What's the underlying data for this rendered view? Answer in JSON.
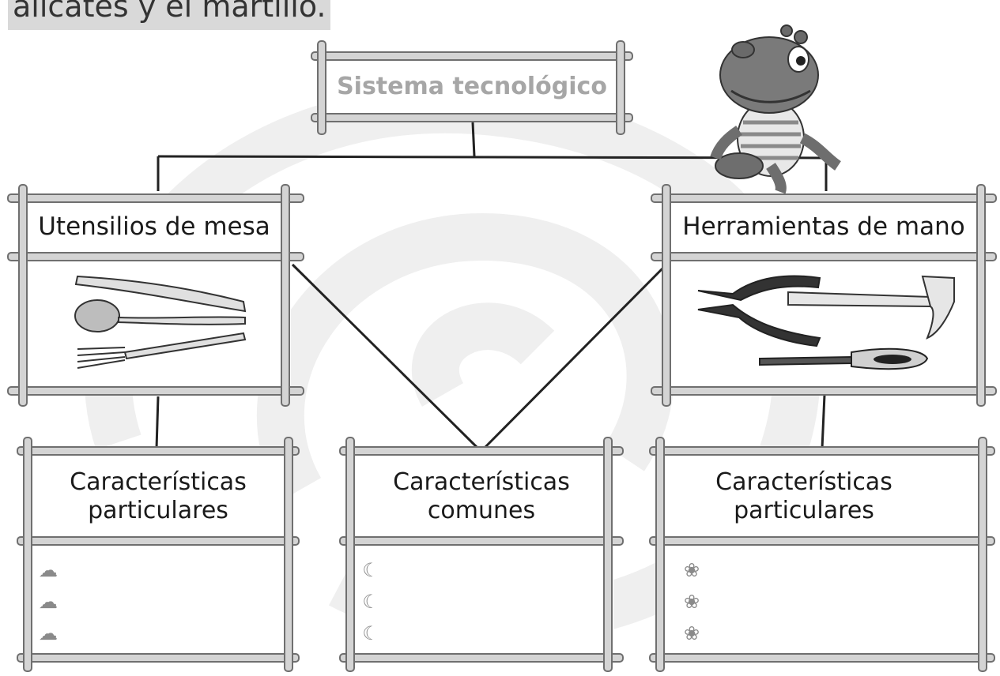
{
  "top_fragment": "alicates y el martillo.",
  "root": {
    "title": "Sistema tecnológico"
  },
  "categories": [
    {
      "title": "Utensilios de mesa",
      "image_icon": "cutlery-icon",
      "sub_title": "Características particulares",
      "bullet_icon": "cloud-icon",
      "bullet_glyph": "☁",
      "bullet_count": 3
    },
    {
      "title": "Herramientas de mano",
      "image_icon": "hand-tools-icon",
      "sub_title": "Características particulares",
      "bullet_icon": "flower-icon",
      "bullet_glyph": "❀",
      "bullet_count": 3
    }
  ],
  "common": {
    "title": "Características comunes",
    "bullet_icon": "moon-icon",
    "bullet_glyph": "☾",
    "bullet_count": 3
  },
  "mascot": {
    "icon": "hippo-mascot-icon"
  },
  "colors": {
    "frame_fill": "#ffffff",
    "frame_stroke": "#6f6f6f",
    "bamboo": "#d4d4d4",
    "line": "#222222",
    "title_text": "#a6a6a6"
  }
}
